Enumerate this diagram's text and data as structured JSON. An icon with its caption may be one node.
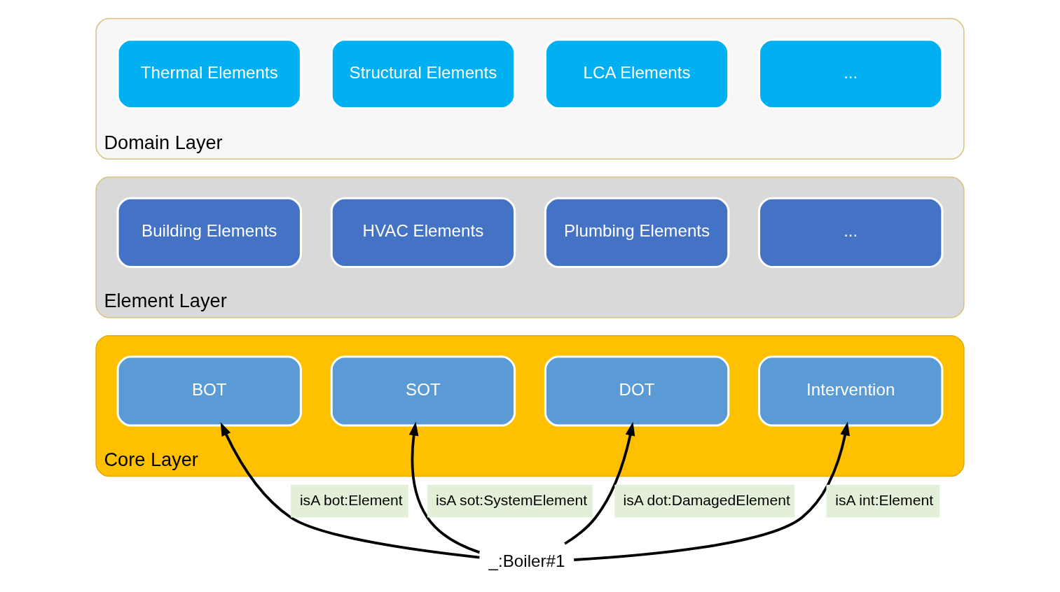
{
  "diagram": {
    "nodes": [
      {
        "text": [
          "Domain Layer"
        ]
      },
      {
        "text": [
          "Thermal Elements"
        ],
        "in": 0
      },
      {
        "text": [
          "Structural Elements"
        ],
        "in": 0
      },
      {
        "text": [
          "LCA Elements"
        ],
        "in": 0
      },
      {
        "text": [
          "..."
        ],
        "in": 0
      },
      {
        "text": [
          "Element Layer"
        ]
      },
      {
        "text": [
          "Building Elements"
        ],
        "in": 5
      },
      {
        "text": [
          "HVAC Elements"
        ],
        "in": 5
      },
      {
        "text": [
          "Plumbing Elements"
        ],
        "in": 5
      },
      {
        "text": [
          "..."
        ],
        "in": 5
      },
      {
        "text": [
          "Core Layer"
        ]
      },
      {
        "text": [
          "BOT"
        ],
        "in": 10
      },
      {
        "text": [
          "SOT"
        ],
        "in": 10
      },
      {
        "text": [
          "DOT"
        ],
        "in": 10
      },
      {
        "text": [
          "Intervention"
        ],
        "in": 10
      },
      {
        "text": [
          "_:Boiler#1"
        ]
      }
    ],
    "edges": [
      {
        "from": 15,
        "to": 11,
        "arrow": "to",
        "label": "isA bot:Element"
      },
      {
        "from": 15,
        "to": 12,
        "arrow": "to",
        "label": "isA sot:SystemElement"
      },
      {
        "from": 15,
        "to": 13,
        "arrow": "to",
        "label": "isA dot:DamagedElement"
      },
      {
        "from": 15,
        "to": 14,
        "arrow": "to",
        "label": "isA int:Element"
      }
    ]
  }
}
